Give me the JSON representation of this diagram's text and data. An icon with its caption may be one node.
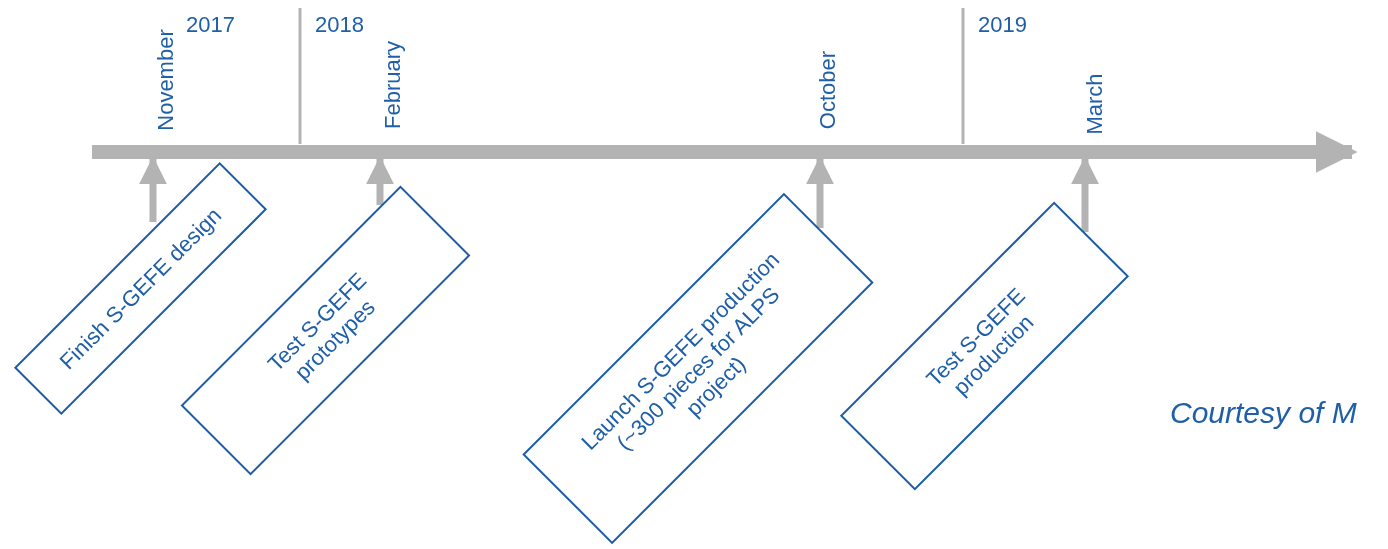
{
  "diagram": {
    "nodes": [
      {
        "text": [
          "Finish S-GEFE design"
        ]
      },
      {
        "text": [
          "Test S-GEFE prototypes"
        ]
      },
      {
        "text": [
          "Launch S-GEFE production (~300 pieces for ALPS project)"
        ]
      },
      {
        "text": [
          "Test S-GEFE production"
        ]
      },
      {
        "text": [],
        "shape": "arrow"
      }
    ],
    "edges": [
      {
        "from": 0,
        "to": 4,
        "arrow": "to"
      },
      {
        "from": 1,
        "to": 4,
        "arrow": "to"
      },
      {
        "from": 2,
        "to": 4,
        "arrow": "to"
      },
      {
        "from": 3,
        "to": 4,
        "arrow": "to"
      }
    ],
    "labels": [
      "November",
      "2017",
      "2018",
      "February",
      "October",
      "2019",
      "March",
      "Courtesy of M"
    ]
  }
}
